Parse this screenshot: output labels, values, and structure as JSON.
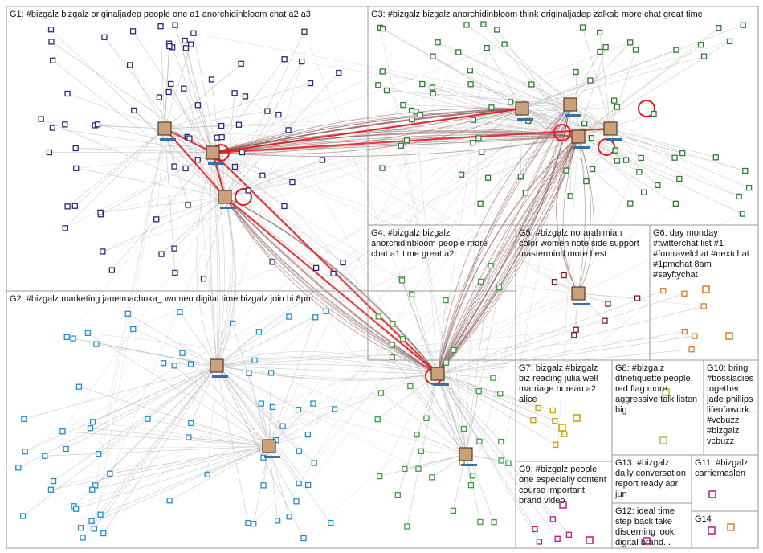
{
  "title": "",
  "groups": [
    {
      "id": "G1",
      "lines": [
        "G1: #bizgalz bizgalz originaljadep people one a1 anorchidinbloom chat a2 a3"
      ]
    },
    {
      "id": "G3",
      "lines": [
        "G3: #bizgalz bizgalz anorchidinbloom think originaljadep zalkab more chat great time"
      ]
    },
    {
      "id": "G4",
      "lines": [
        "G4: #bizgalz bizgalz",
        "anorchidinbloom people more",
        "chat a1 time great a2"
      ]
    },
    {
      "id": "G5",
      "lines": [
        "G5: #bizgalz norarahimian",
        "color women note side support",
        "mastermind more best"
      ]
    },
    {
      "id": "G6",
      "lines": [
        "G6: day monday",
        "#twitterchat list #1",
        "#funtravelchat #nextchat",
        "#1pmchat 8am",
        "#sayftychat"
      ]
    },
    {
      "id": "G2",
      "lines": [
        "G2: #bizgalz marketing janetmachuka_ women digital time bizgalz join hi 8pm"
      ]
    },
    {
      "id": "G7",
      "lines": [
        "G7: bizgalz #bizgalz",
        "biz reading julia well",
        "marriage bureau a2",
        "alice"
      ]
    },
    {
      "id": "G8",
      "lines": [
        "G8: #bizgalz",
        "dtnetiquette people",
        "red flag more",
        "aggressive talk listen",
        "big"
      ]
    },
    {
      "id": "G10",
      "lines": [
        "G10: bring",
        "#bossladies",
        "together",
        "jade phillips",
        "lifeofawork...",
        "#vcbuzz",
        "#bizgalz",
        "vcbuzz"
      ]
    },
    {
      "id": "G9",
      "lines": [
        "G9: #bizgalz people",
        "one especially content",
        "course important",
        "brand video"
      ]
    },
    {
      "id": "G13",
      "lines": [
        "G13: #bizgalz",
        "daily conversation",
        "report ready apr",
        "jun"
      ]
    },
    {
      "id": "G11",
      "lines": [
        "G11: #bizgalz",
        "carriemaslen"
      ]
    },
    {
      "id": "G12",
      "lines": [
        "G12: ideal time",
        "step back take",
        "discerning look",
        "digital brand..."
      ]
    },
    {
      "id": "G14",
      "lines": [
        "G14"
      ]
    }
  ],
  "colors": {
    "box_border": "#9a9a9a",
    "edge_light": "#b5b5b5",
    "edge_strong": "#8a5a5a",
    "edge_highlight": "#e41a1c",
    "node_g1": "#2b2b7a",
    "node_g2": "#1f8fd0",
    "node_g3": "#2e7d32",
    "node_g4": "#3f9f3f",
    "node_g5": "#8b1a1a",
    "node_g6": "#e07b20",
    "node_g7": "#c8a000",
    "node_g8": "#9acd32",
    "node_g9": "#c71585"
  }
}
